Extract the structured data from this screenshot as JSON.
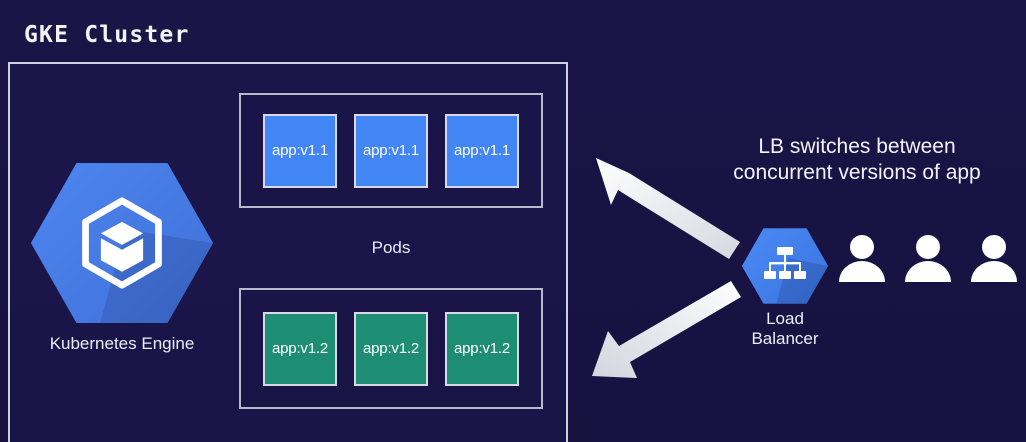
{
  "background_color": "#191344",
  "cluster": {
    "title": "GKE Cluster",
    "border_color": "#cfd0dc",
    "pods_label": "Pods",
    "engine": {
      "label": "Kubernetes Engine",
      "icon": "kubernetes-engine-hexagon-icon",
      "color": "#4285f4"
    },
    "pod_groups": [
      {
        "id": "v1-1",
        "version_label": "app:v1.1",
        "color": "#4285f4",
        "pods": [
          "app:v1.1",
          "app:v1.1",
          "app:v1.1"
        ]
      },
      {
        "id": "v1-2",
        "version_label": "app:v1.2",
        "color": "#1d8e74",
        "pods": [
          "app:v1.2",
          "app:v1.2",
          "app:v1.2"
        ]
      }
    ]
  },
  "load_balancer": {
    "label_line1": "Load",
    "label_line2": "Balancer",
    "icon": "load-balancer-hexagon-icon",
    "color": "#4285f4"
  },
  "users": {
    "icon": "user-icon",
    "count": 3,
    "color": "#ffffff"
  },
  "caption": {
    "line1": "LB switches between",
    "line2": "concurrent versions of app",
    "color": "#f2f3fa"
  },
  "arrows": {
    "color": "#e8e8ee",
    "top": {
      "direction": "up-left",
      "label": "traffic-to-v1-1"
    },
    "bottom": {
      "direction": "down-left",
      "label": "traffic-to-v1-2"
    }
  }
}
